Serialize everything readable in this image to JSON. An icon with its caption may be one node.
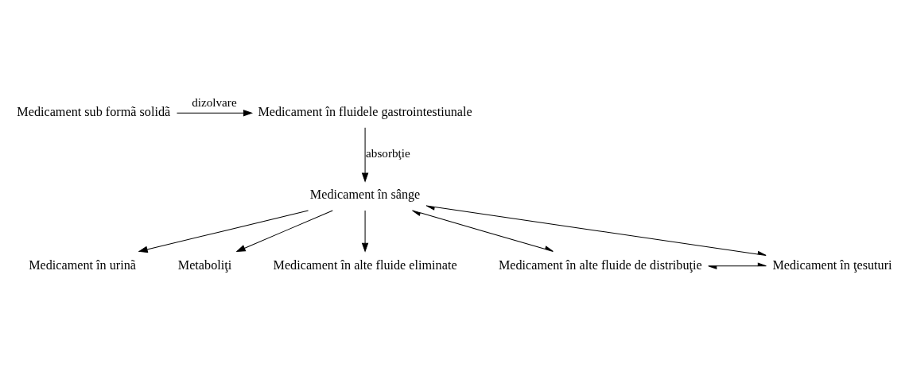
{
  "diagram": {
    "nodes": [
      {
        "text": [
          "Medicament sub formã solidã"
        ]
      },
      {
        "text": [
          "Medicament în fluidele gastrointestiunale"
        ]
      },
      {
        "text": [
          "Medicament în urinã"
        ]
      },
      {
        "text": [
          "Metaboliţi"
        ]
      },
      {
        "text": [
          "Medicament în alte fluide eliminate"
        ]
      },
      {
        "text": [
          "Medicament în sânge"
        ]
      },
      {
        "text": [
          "Medicament în alte fluide de distribuţie"
        ]
      },
      {
        "text": [
          "Medicament în ţesuturi"
        ]
      }
    ],
    "edges": [
      {
        "from": 0,
        "to": 1,
        "arrow": "to",
        "label": "dizolvare"
      },
      {
        "from": 1,
        "to": 5,
        "arrow": "to",
        "label": "absorbţie"
      },
      {
        "from": 5,
        "to": 2,
        "arrow": "to"
      },
      {
        "from": 5,
        "to": 3,
        "arrow": "to"
      },
      {
        "from": 5,
        "to": 4,
        "arrow": "to"
      },
      {
        "from": 5,
        "to": 6,
        "arrow": "both"
      },
      {
        "from": 5,
        "to": 7,
        "arrow": "both"
      },
      {
        "from": 6,
        "to": 7,
        "arrow": "both"
      }
    ]
  }
}
